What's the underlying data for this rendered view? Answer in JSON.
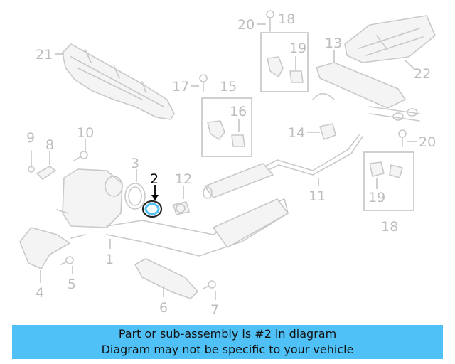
{
  "callouts": {
    "n1": "1",
    "n2": "2",
    "n3": "3",
    "n4": "4",
    "n5": "5",
    "n6": "6",
    "n7": "7",
    "n8": "8",
    "n9": "9",
    "n10": "10",
    "n11": "11",
    "n12": "12",
    "n13": "13",
    "n14": "14",
    "n15": "15",
    "n16": "16",
    "n17": "17",
    "n18a": "18",
    "n18b": "18",
    "n19a": "19",
    "n19b": "19",
    "n20a": "20",
    "n20b": "20",
    "n21": "21",
    "n22": "22"
  },
  "banner": {
    "line1": "Part or sub-assembly is #2 in diagram",
    "line2": "Diagram may not be specific to your vehicle"
  },
  "colors": {
    "banner_bg": "#4fc1f7",
    "highlight_part": "#4fc1f7",
    "part_line": "#c9c9c9",
    "highlight_text": "#000000"
  }
}
